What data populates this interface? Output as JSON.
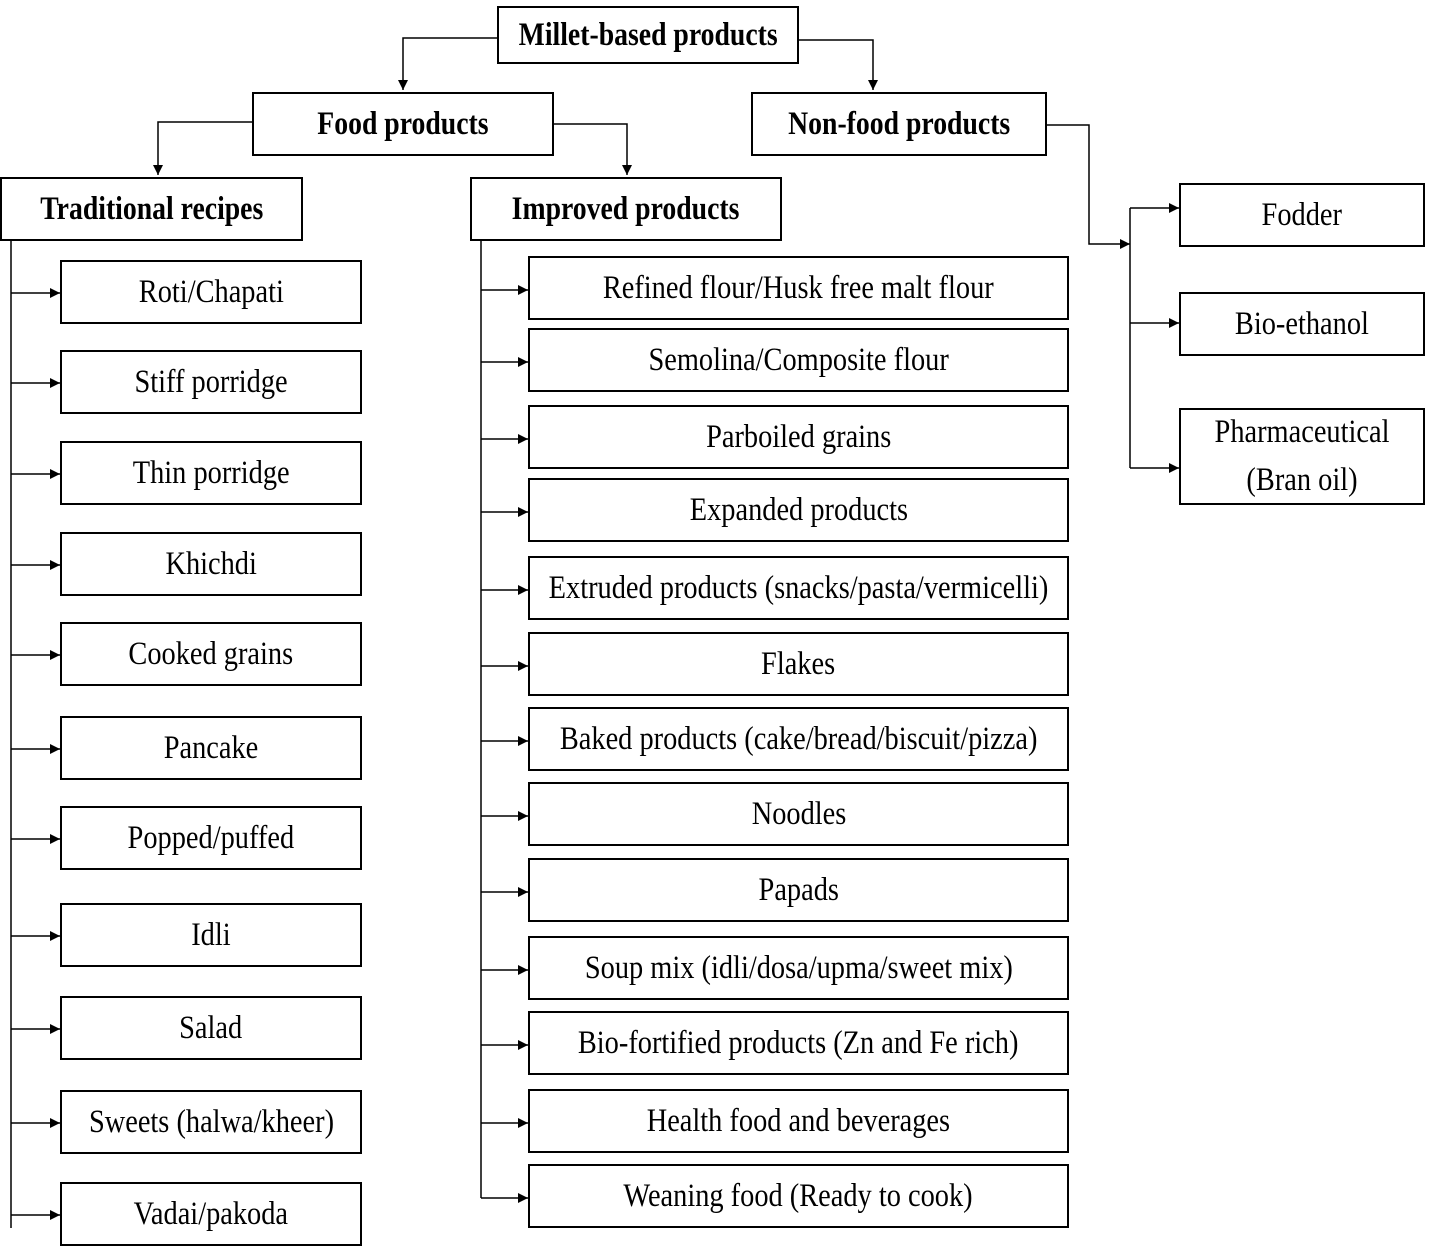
{
  "root": "Millet-based products",
  "food": "Food products",
  "nonfood": "Non-food products",
  "traditional": {
    "title": "Traditional recipes",
    "items": [
      "Roti/Chapati",
      "Stiff porridge",
      "Thin porridge",
      "Khichdi",
      "Cooked grains",
      "Pancake",
      "Popped/puffed",
      "Idli",
      "Salad",
      "Sweets (halwa/kheer)",
      "Vadai/pakoda"
    ]
  },
  "improved": {
    "title": "Improved products",
    "items": [
      "Refined flour/Husk free malt flour",
      "Semolina/Composite flour",
      "Parboiled grains",
      "Expanded products",
      "Extruded products (snacks/pasta/vermicelli)",
      "Flakes",
      "Baked products (cake/bread/biscuit/pizza)",
      "Noodles",
      "Papads",
      "Soup mix (idli/dosa/upma/sweet mix)",
      "Bio-fortified products (Zn and Fe rich)",
      "Health food and beverages",
      "Weaning food (Ready to cook)"
    ]
  },
  "nonfood_items": [
    "Fodder",
    "Bio-ethanol",
    "Pharmaceutical (Bran oil)"
  ],
  "colors": {
    "stroke": "#000000",
    "background": "#ffffff"
  }
}
